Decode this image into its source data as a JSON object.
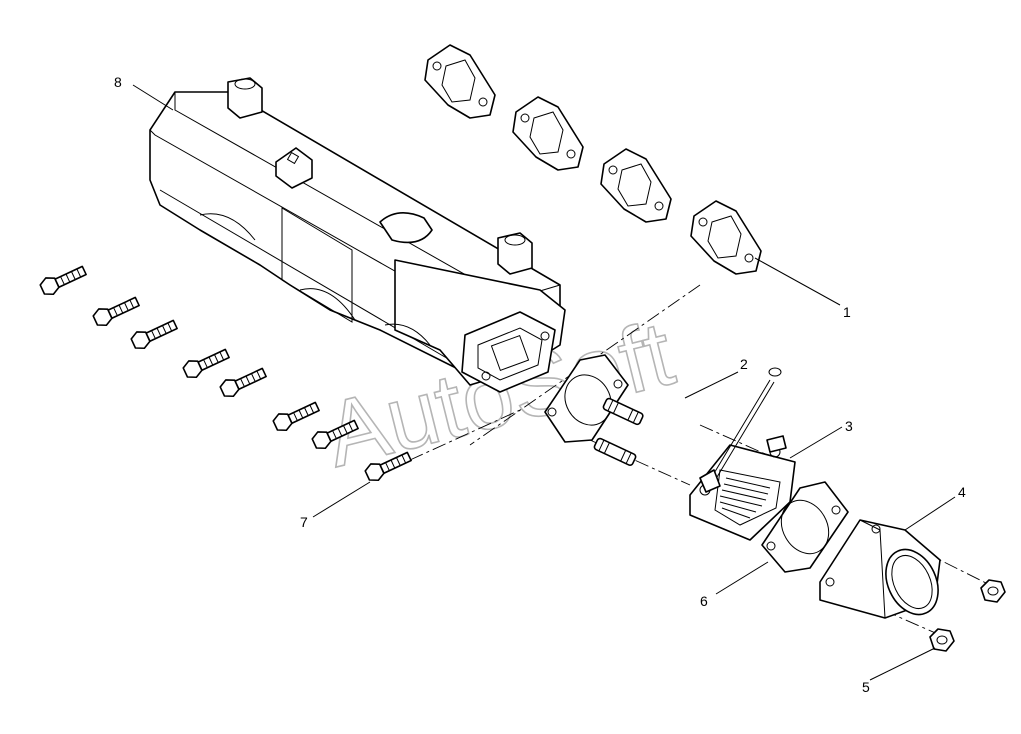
{
  "watermark": "AutoSoft",
  "callouts": {
    "c1": "1",
    "c2": "2",
    "c3": "3",
    "c4": "4",
    "c5": "5",
    "c6": "6",
    "c7": "7",
    "c8": "8"
  }
}
